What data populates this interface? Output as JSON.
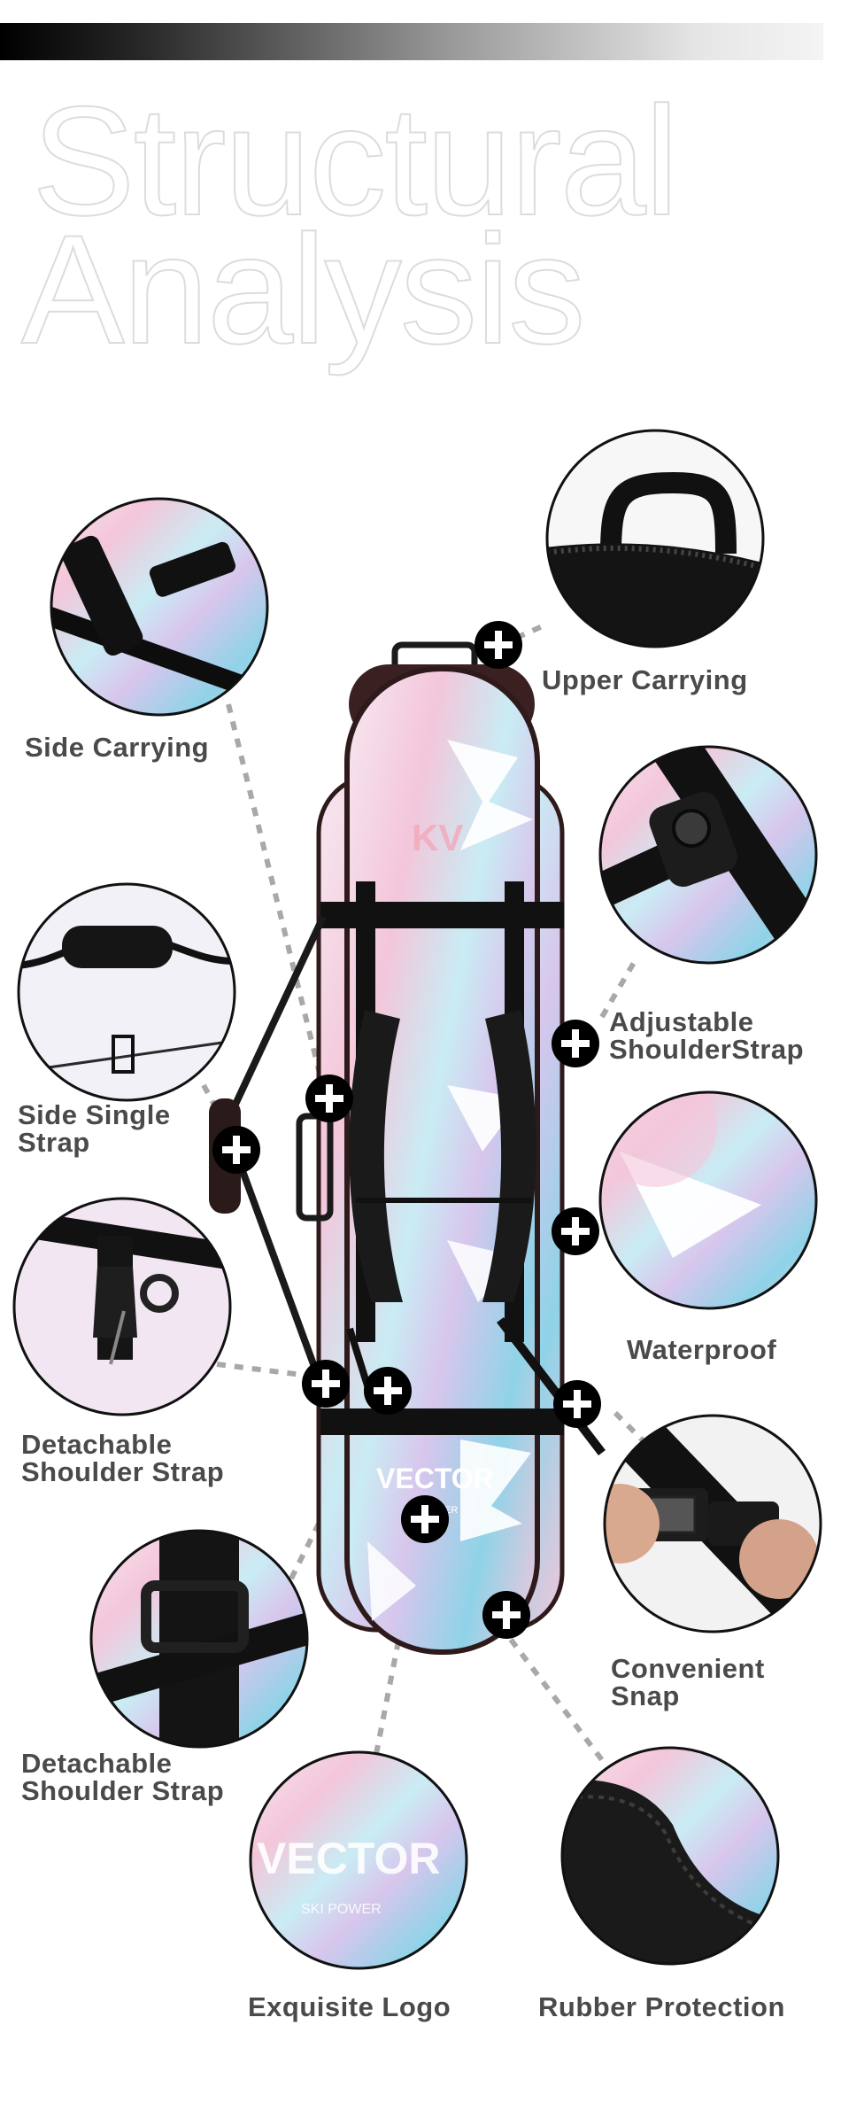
{
  "header": {
    "title_line1": "Structural",
    "title_line2": "Analysis"
  },
  "bag": {
    "brand": "VECTOR",
    "brand_sub": "SKI POWER",
    "logo_mark": "KV"
  },
  "features": {
    "upper_carrying": "Upper Carrying",
    "side_carrying": "Side Carrying",
    "adjustable_shoulder_strap": {
      "line1": "Adjustable",
      "line2": "ShoulderStrap"
    },
    "side_single_strap": {
      "line1": "Side Single",
      "line2": "Strap"
    },
    "waterproof": "Waterproof",
    "detachable_shoulder_strap_1": {
      "line1": "Detachable",
      "line2": "Shoulder Strap"
    },
    "convenient_snap": {
      "line1": "Convenient",
      "line2": "Snap"
    },
    "detachable_shoulder_strap_2": {
      "line1": "Detachable",
      "line2": "Shoulder Strap"
    },
    "exquisite_logo": "Exquisite Logo",
    "rubber_protection": "Rubber Protection"
  },
  "colors": {
    "label_text": "#4a4a4a",
    "marker_fill": "#000000",
    "connector": "#a8a8a8",
    "pink": "#f3c6da",
    "blue": "#8fd3e8",
    "lavender": "#d8c6ec",
    "strap": "#111111"
  }
}
